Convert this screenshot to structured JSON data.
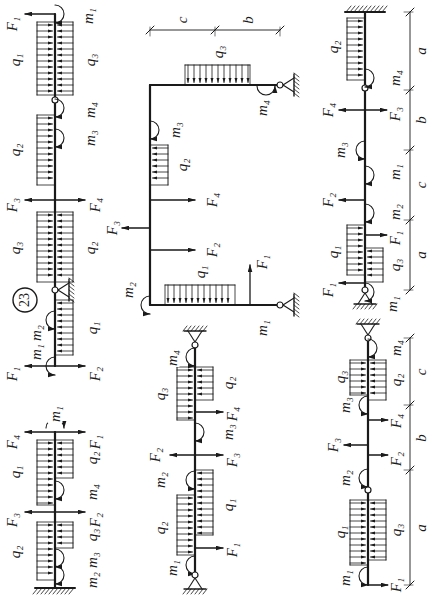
{
  "diagram": {
    "nodes": [
      {
        "text": [
          "23"
        ]
      }
    ],
    "labels": [
      "F₁",
      "m₁",
      "q₁",
      "q₃",
      "m₄",
      "q₂",
      "m₃",
      "F₃",
      "F₄",
      "q₃",
      "q₂",
      "m₂",
      "q₁",
      "F₁",
      "m₁",
      "F₂",
      "F₄",
      "F₁",
      "m₁",
      "q₁",
      "q₂",
      "m₄",
      "F₃",
      "F₂",
      "q₃",
      "m₃",
      "q₂",
      "m₂",
      "c",
      "b",
      "q₃",
      "m₄",
      "m₃",
      "q₂",
      "F₄",
      "F₃",
      "F₂",
      "q₁",
      "F₁",
      "m₂",
      "m₁",
      "q₂",
      "m₄",
      "F₄",
      "F₃",
      "m₃",
      "m₁",
      "F₂",
      "m₂",
      "F₁",
      "q₁",
      "q₃",
      "F₁",
      "m₁",
      "a",
      "b",
      "c",
      "a",
      "m₄",
      "q₃",
      "q₂",
      "F₄",
      "m₃",
      "F₂",
      "F₃",
      "m₂",
      "q₁",
      "q₂",
      "F₁",
      "m₁",
      "m₄",
      "q₂",
      "q₃",
      "m₃",
      "F₄",
      "F₃",
      "F₂",
      "m₂",
      "q₁",
      "q₃",
      "m₁",
      "F₁",
      "c",
      "b",
      "a"
    ]
  }
}
